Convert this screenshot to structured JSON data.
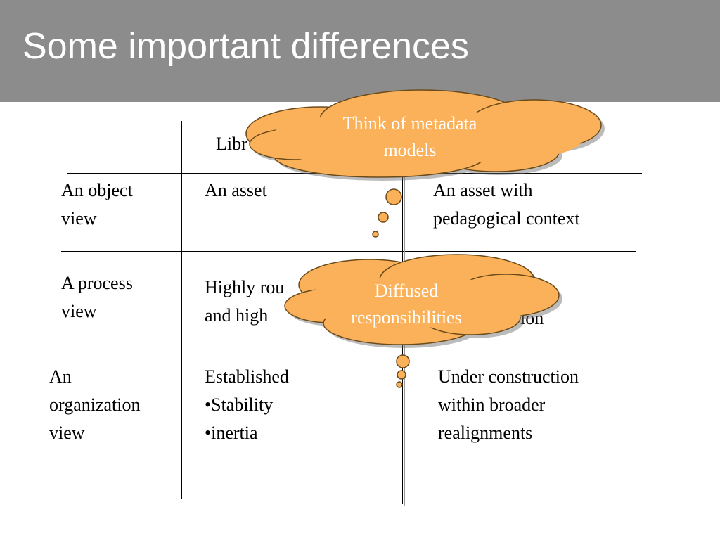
{
  "slide": {
    "title": "Some important differences",
    "header_col1": "Libr"
  },
  "rows": [
    {
      "label_lines": [
        "An object",
        "view"
      ],
      "col1_lines": [
        "An asset"
      ],
      "col2_lines": [
        "An asset with",
        "pedagogical context"
      ]
    },
    {
      "label_lines": [
        "A process",
        "view"
      ],
      "col1_lines": [
        "Highly rou",
        "and high"
      ],
      "col2_lines": [
        "ion"
      ]
    },
    {
      "label_lines": [
        "An",
        "organization",
        "view"
      ],
      "col1_lines": [
        "Established",
        "•Stability",
        "•inertia"
      ],
      "col2_lines": [
        "Under construction",
        "within broader",
        "realignments"
      ]
    }
  ],
  "callouts": [
    {
      "lines": [
        "Think of metadata",
        "models"
      ]
    },
    {
      "lines": [
        "Diffused",
        "responsibilities"
      ]
    }
  ],
  "colors": {
    "title_bar": "#8c8c8c",
    "cloud_fill": "#fbb15a",
    "cloud_stroke": "#6b4a1a",
    "cloud_text": "#ffffff"
  }
}
